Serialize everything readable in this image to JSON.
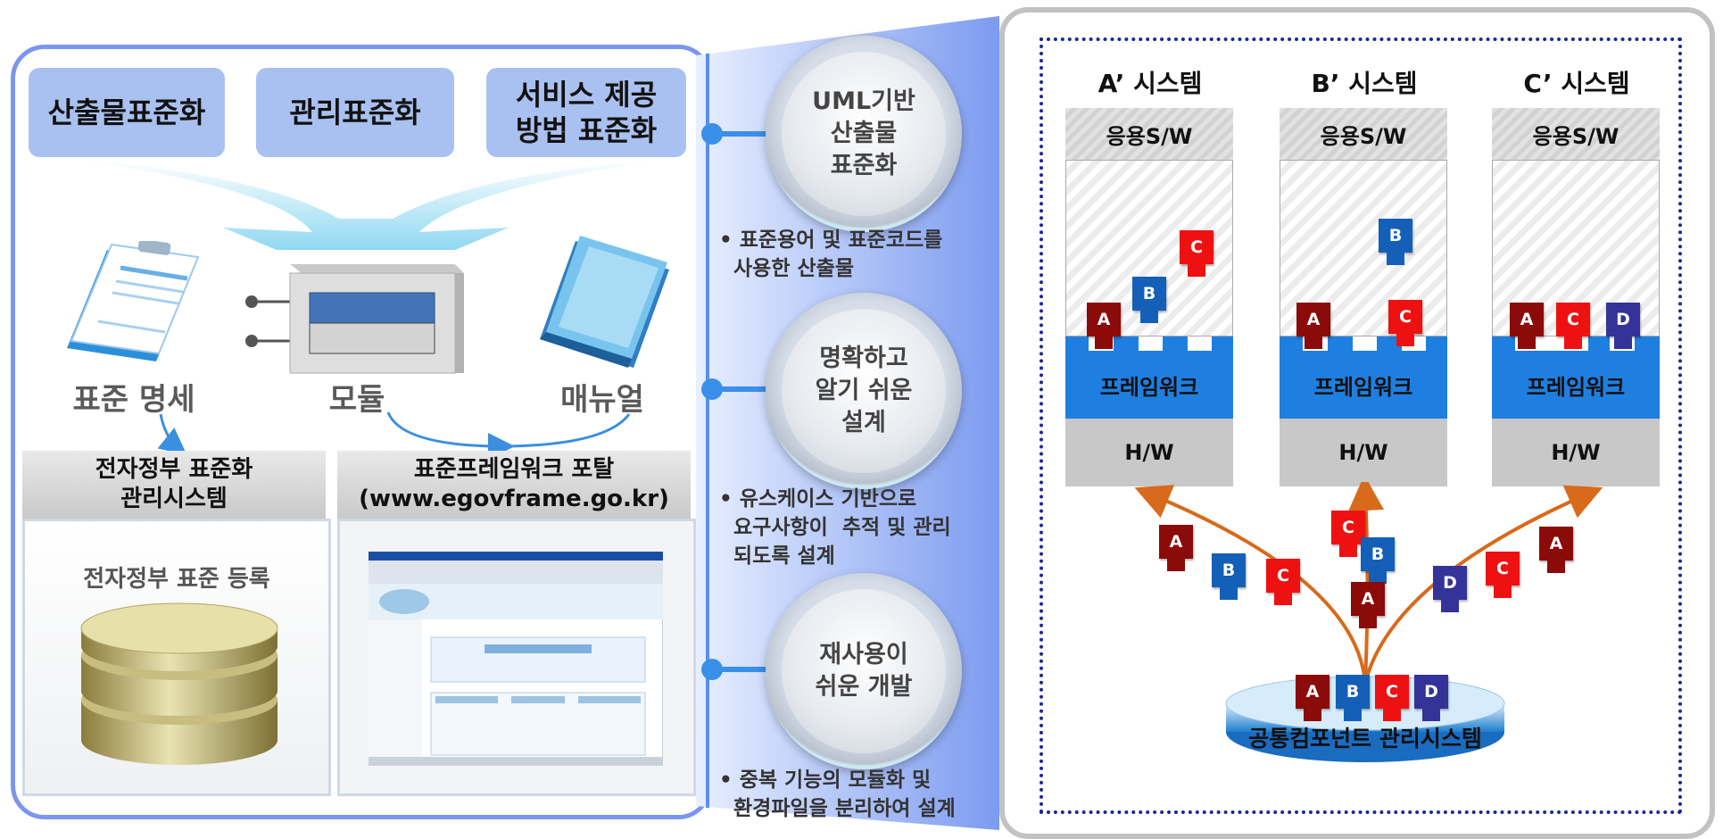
{
  "left_panel": {
    "top_boxes": [
      "산출물표준화",
      "관리표준화",
      "서비스 제공\n방법 표준화"
    ],
    "icons": [
      {
        "icon": "document-icon",
        "label": "표준 명세"
      },
      {
        "icon": "module-icon",
        "label": "모듈"
      },
      {
        "icon": "book-icon",
        "label": "매뉴얼"
      }
    ],
    "systems": [
      {
        "header": "전자정부 표준화\n관리시스템",
        "body_label": "전자정부 표준 등록",
        "icon": "database-icon"
      },
      {
        "header": "표준프레임워크 포탈\n(www.egovframe.go.kr)",
        "icon": "portal-screenshot"
      }
    ]
  },
  "middle": {
    "items": [
      {
        "circle": "UML기반\n산출물\n표준화",
        "note": "• 표준용어 및 표준코드를\n  사용한 산출물"
      },
      {
        "circle": "명확하고\n알기 쉬운\n설계",
        "note": "• 유스케이스 기반으로\n  요구사항이  추적 및 관리\n  되도록 설계"
      },
      {
        "circle": "재사용이\n쉬운 개발",
        "note": "• 중복 기능의 모듈화 및\n  환경파일을 분리하여 설계"
      }
    ]
  },
  "right_panel": {
    "systems": [
      {
        "title": "A’  시스템",
        "app": "응용S/W",
        "framework": "프레임워크",
        "hw": "H/W"
      },
      {
        "title": "B’  시스템",
        "app": "응용S/W",
        "framework": "프레임워크",
        "hw": "H/W"
      },
      {
        "title": "C’  시스템",
        "app": "응용S/W",
        "framework": "프레임워크",
        "hw": "H/W"
      }
    ],
    "component_labels": [
      "A",
      "B",
      "C",
      "D"
    ],
    "repository_label": "공통컴포넌트 관리시스템"
  },
  "colors": {
    "component_a": "#8b0a0a",
    "component_b": "#1460b8",
    "component_c": "#ee1111",
    "component_d": "#333399",
    "framework": "#1f7fe0",
    "panel_border": "#6f8df0",
    "arrow": "#d86a1c"
  }
}
